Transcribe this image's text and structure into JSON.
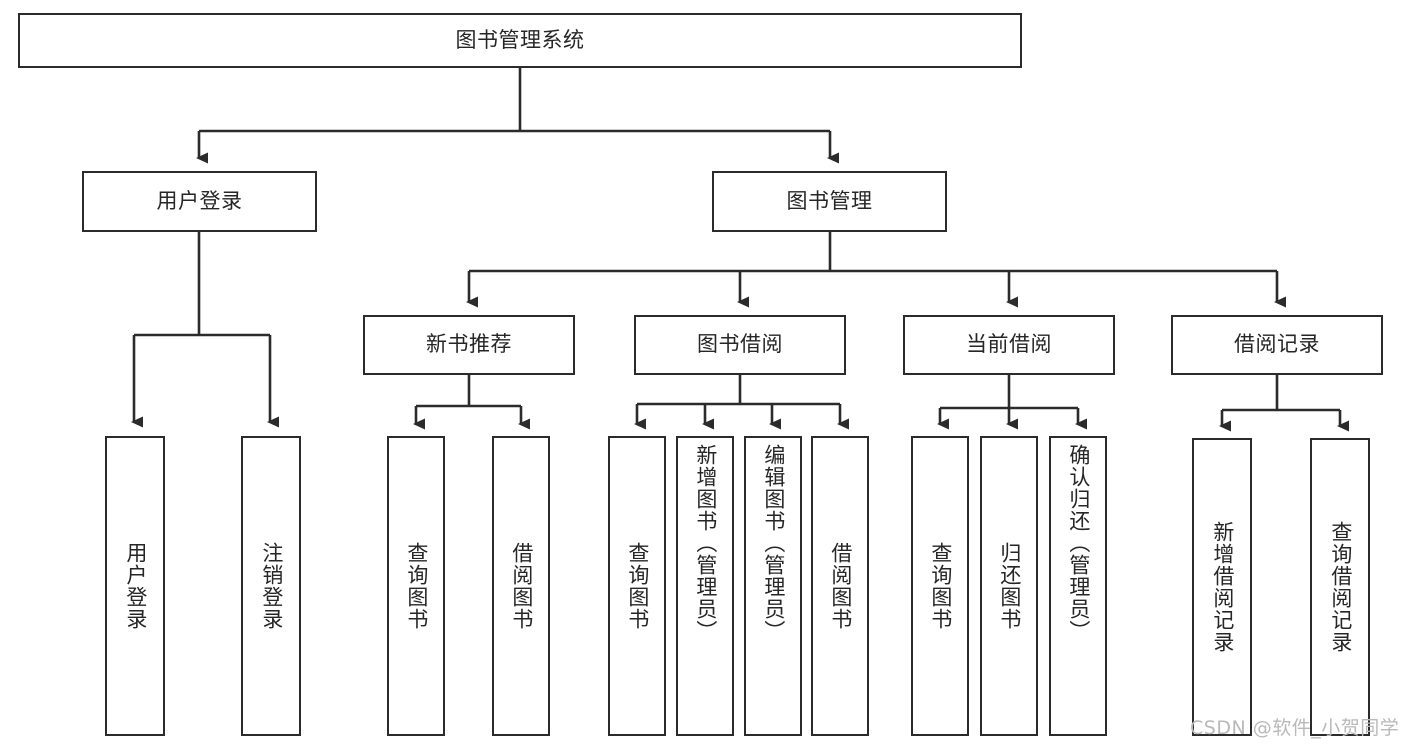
{
  "diagram": {
    "title": "图书管理系统",
    "type": "tree-diagram",
    "root": {
      "label": "图书管理系统"
    },
    "level2": [
      {
        "label": "用户登录"
      },
      {
        "label": "图书管理"
      }
    ],
    "level3": [
      {
        "label": "新书推荐"
      },
      {
        "label": "图书借阅"
      },
      {
        "label": "当前借阅"
      },
      {
        "label": "借阅记录"
      }
    ],
    "leaves": {
      "user_login": [
        {
          "label": "用户登录"
        },
        {
          "label": "注销登录"
        }
      ],
      "new_book_recommend": [
        {
          "label": "查询图书"
        },
        {
          "label": "借阅图书"
        }
      ],
      "book_borrow": [
        {
          "label": "查询图书"
        },
        {
          "label": "新增图书（管理员）"
        },
        {
          "label": "编辑图书（管理员）"
        },
        {
          "label": "借阅图书"
        }
      ],
      "current_borrow": [
        {
          "label": "查询图书"
        },
        {
          "label": "归还图书"
        },
        {
          "label": "确认归还（管理员）"
        }
      ],
      "borrow_records": [
        {
          "label": "新增借阅记录"
        },
        {
          "label": "查询借阅记录"
        }
      ]
    }
  },
  "watermark": {
    "text": "CSDN @软件_小贺同学"
  },
  "colors": {
    "stroke": "#2b2b2b",
    "fill": "#ffffff",
    "text": "#262626",
    "watermark": "#b9b9b9"
  }
}
